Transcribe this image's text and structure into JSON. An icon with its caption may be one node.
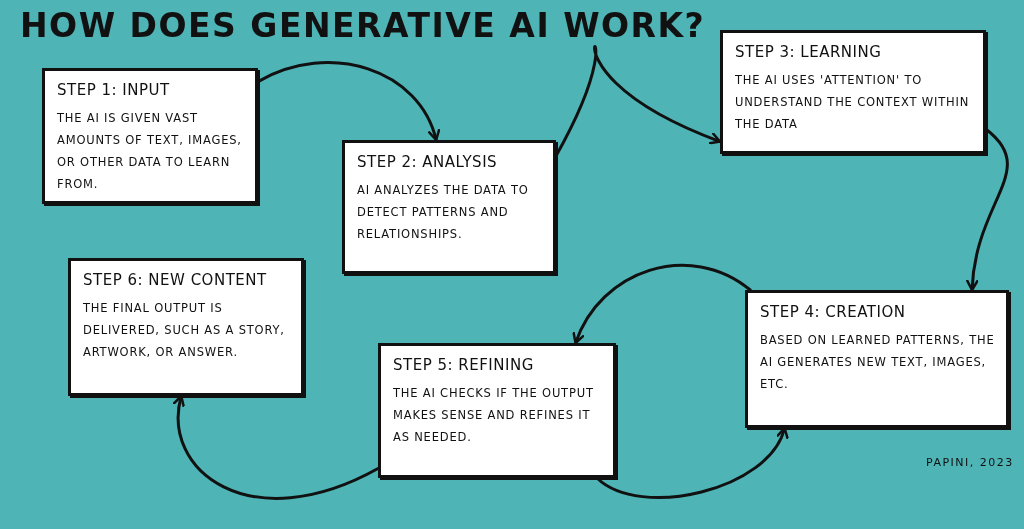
{
  "diagram": {
    "title": "HOW DOES GENERATIVE AI WORK?",
    "nodes": [
      {
        "text": [
          "STEP 1: INPUT",
          "THE AI IS GIVEN VAST AMOUNTS OF TEXT, IMAGES, OR OTHER DATA TO LEARN FROM."
        ]
      },
      {
        "text": [
          "STEP 2: ANALYSIS",
          "AI ANALYZES THE DATA TO DETECT PATTERNS AND RELATIONSHIPS."
        ]
      },
      {
        "text": [
          "STEP 3: LEARNING",
          "THE AI USES 'ATTENTION' TO UNDERSTAND THE CONTEXT WITHIN THE DATA"
        ]
      },
      {
        "text": [
          "STEP 4: CREATION",
          "BASED ON LEARNED PATTERNS, THE AI GENERATES NEW TEXT, IMAGES, ETC."
        ]
      },
      {
        "text": [
          "STEP 5: REFINING",
          "THE AI CHECKS IF THE OUTPUT MAKES SENSE AND REFINES IT AS NEEDED."
        ]
      },
      {
        "text": [
          "STEP 6: NEW CONTENT",
          "THE FINAL OUTPUT IS DELIVERED, SUCH AS A STORY, ARTWORK, OR ANSWER."
        ]
      }
    ],
    "edges": [
      {
        "from": 0,
        "to": 1,
        "arrow": "to"
      },
      {
        "from": 1,
        "to": 2,
        "arrow": "to"
      },
      {
        "from": 2,
        "to": 3,
        "arrow": "to"
      },
      {
        "from": 3,
        "to": 4,
        "arrow": "to"
      },
      {
        "from": 4,
        "to": 5,
        "arrow": "to"
      },
      {
        "from": 4,
        "to": 3,
        "arrow": "to"
      }
    ],
    "labels": [
      "PAPINI, 2023"
    ]
  }
}
